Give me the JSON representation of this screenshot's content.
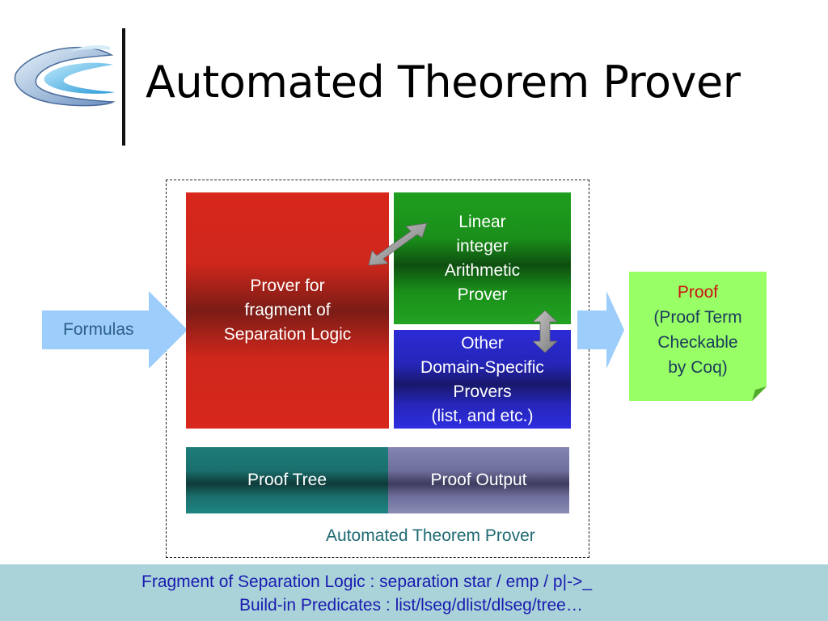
{
  "title": "Automated Theorem Prover",
  "logo": {
    "icon": "swoosh-logo"
  },
  "input_arrow": {
    "label": "Formulas",
    "color": "#9ccdfb"
  },
  "prover_box": {
    "lines": [
      "Prover for",
      "fragment of",
      "Separation Logic"
    ],
    "color": "#d8271c"
  },
  "lia_box": {
    "lines": [
      "Linear",
      "integer",
      "Arithmetic",
      "Prover"
    ],
    "color": "#1a8f1a"
  },
  "other_box": {
    "lines": [
      "Other",
      "Domain-Specific",
      "Provers",
      "(list, and etc.)"
    ],
    "color": "#2525b8"
  },
  "proof_tree_box": {
    "label": "Proof Tree",
    "color": "#1a6f6c"
  },
  "proof_output_box": {
    "label": "Proof Output",
    "color": "#6f6f9c"
  },
  "frame_label": "Automated Theorem Prover",
  "proof_note": {
    "title": "Proof",
    "lines": [
      "(Proof Term",
      "Checkable",
      "by Coq)"
    ],
    "color": "#99ff66"
  },
  "footer": {
    "line1": "Fragment of Separation Logic : separation star / emp / p|->_",
    "line2": "Build-in Predicates : list/lseg/dlist/dlseg/tree…",
    "background": "#a9d3d8"
  }
}
